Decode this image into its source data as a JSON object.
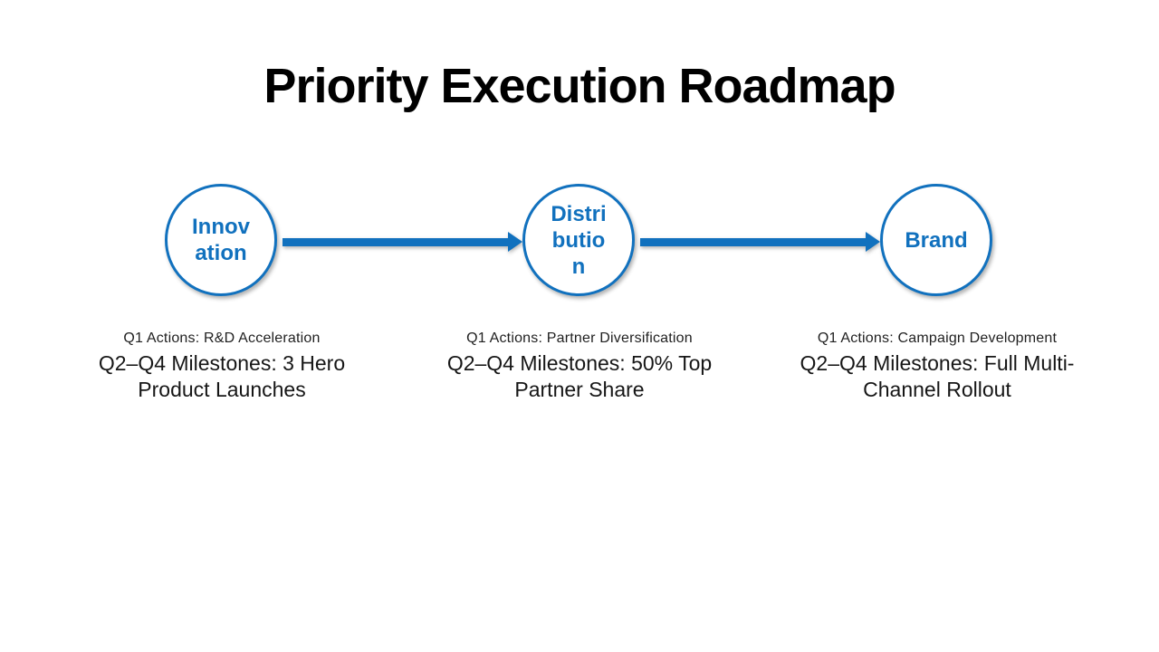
{
  "slide": {
    "title": "Priority Execution Roadmap"
  },
  "colors": {
    "accent_blue": "#1171BE",
    "title_text": "#000000",
    "body_text": "#1a1a1a",
    "background": "#ffffff"
  },
  "roadmap": {
    "steps": [
      {
        "circle_label": "Innov\nation",
        "q1_actions": "Q1 Actions: R&D Acceleration",
        "milestones": "Q2–Q4 Milestones: 3 Hero\nProduct Launches"
      },
      {
        "circle_label": "Distri\nbutio\nn",
        "q1_actions": "Q1 Actions: Partner Diversification",
        "milestones": "Q2–Q4 Milestones: 50% Top\nPartner Share"
      },
      {
        "circle_label": "Brand",
        "q1_actions": "Q1 Actions: Campaign Development",
        "milestones": "Q2–Q4 Milestones: Full Multi-\nChannel Rollout"
      }
    ]
  }
}
